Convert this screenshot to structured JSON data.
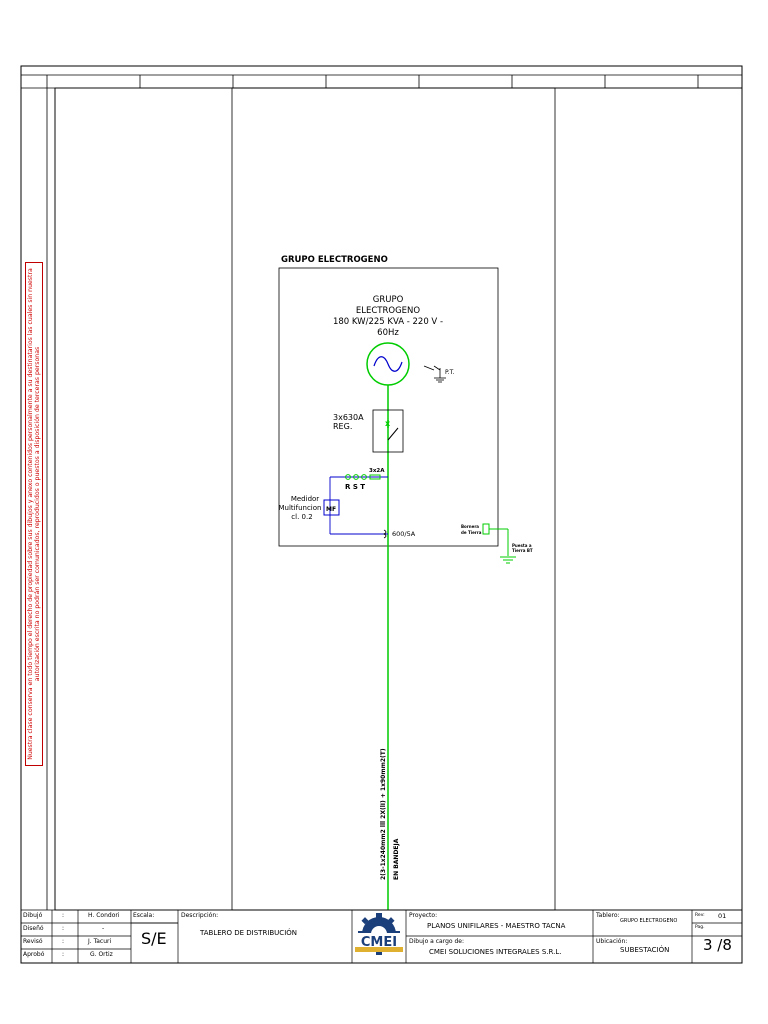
{
  "legal_note": "Nuestra clase conserva en todo tiempo el derecho de propiedad sobre sus dibujos y anexo contenidos personalmente a su destinatarios las cuales sin nuestra autorización escrita no podrán ser comunicados, reproducidos o puestos a disposición de terceras personas",
  "diagram": {
    "frame_title": "GRUPO  ELECTROGENO",
    "generator": {
      "line1": "GRUPO",
      "line2": "ELECTROGENO",
      "line3": "180 KW/225 KVA - 220 V -",
      "line4": "60Hz"
    },
    "ground_label": "P.T.",
    "breaker": {
      "line1": "3x630A",
      "line2": "REG."
    },
    "fuse_label": "3x2A",
    "phases": "R  S  T",
    "meter": {
      "line1": "Medidor",
      "line2": "Multifuncion",
      "line3": "cl. 0.2",
      "box": "MF"
    },
    "ct_label": "600/5A",
    "bornera": {
      "line1": "Bornera",
      "line2": "de Tierra"
    },
    "earth": {
      "line1": "Puesta a",
      "line2": "Tierra BT"
    },
    "cable": {
      "line1": "2(3-1x240mm2 lll 2X(lI) + 1x90mm2(T)",
      "line2": "EN BANDEJA"
    }
  },
  "title_block": {
    "rows": [
      {
        "label": "Dibujó",
        "colon": ":",
        "value": "H. Condori"
      },
      {
        "label": "Diseñó",
        "colon": ":",
        "value": "-"
      },
      {
        "label": "Revisó",
        "colon": ":",
        "value": "J. Tacuri"
      },
      {
        "label": "Aprobó",
        "colon": ":",
        "value": "G. Ortiz"
      }
    ],
    "escala_label": "Escala:",
    "escala_value": "S/E",
    "descripcion_label": "Descripción:",
    "descripcion_value": "TABLERO DE DISTRIBUCIÓN",
    "logo_text": "CMEI",
    "proyecto_label": "Proyecto:",
    "proyecto_value": "PLANOS UNIFILARES - MAESTRO TACNA",
    "cargo_label": "Dibujo a cargo de:",
    "cargo_value": "CMEI SOLUCIONES INTEGRALES S.R.L.",
    "tablero_label": "Tablero:",
    "tablero_value": "GRUPO ELECTROGENO",
    "ubicacion_label": "Ubicación:",
    "ubicacion_value": "SUBESTACIÓN",
    "rev_label": "Rev:",
    "rev_value": "01",
    "pag_label": "Pag.",
    "pag_value": "3 /8"
  },
  "colors": {
    "wire": "#00cc00",
    "meter_wire": "#0000cc",
    "note": "#d00000",
    "line": "#000000"
  }
}
